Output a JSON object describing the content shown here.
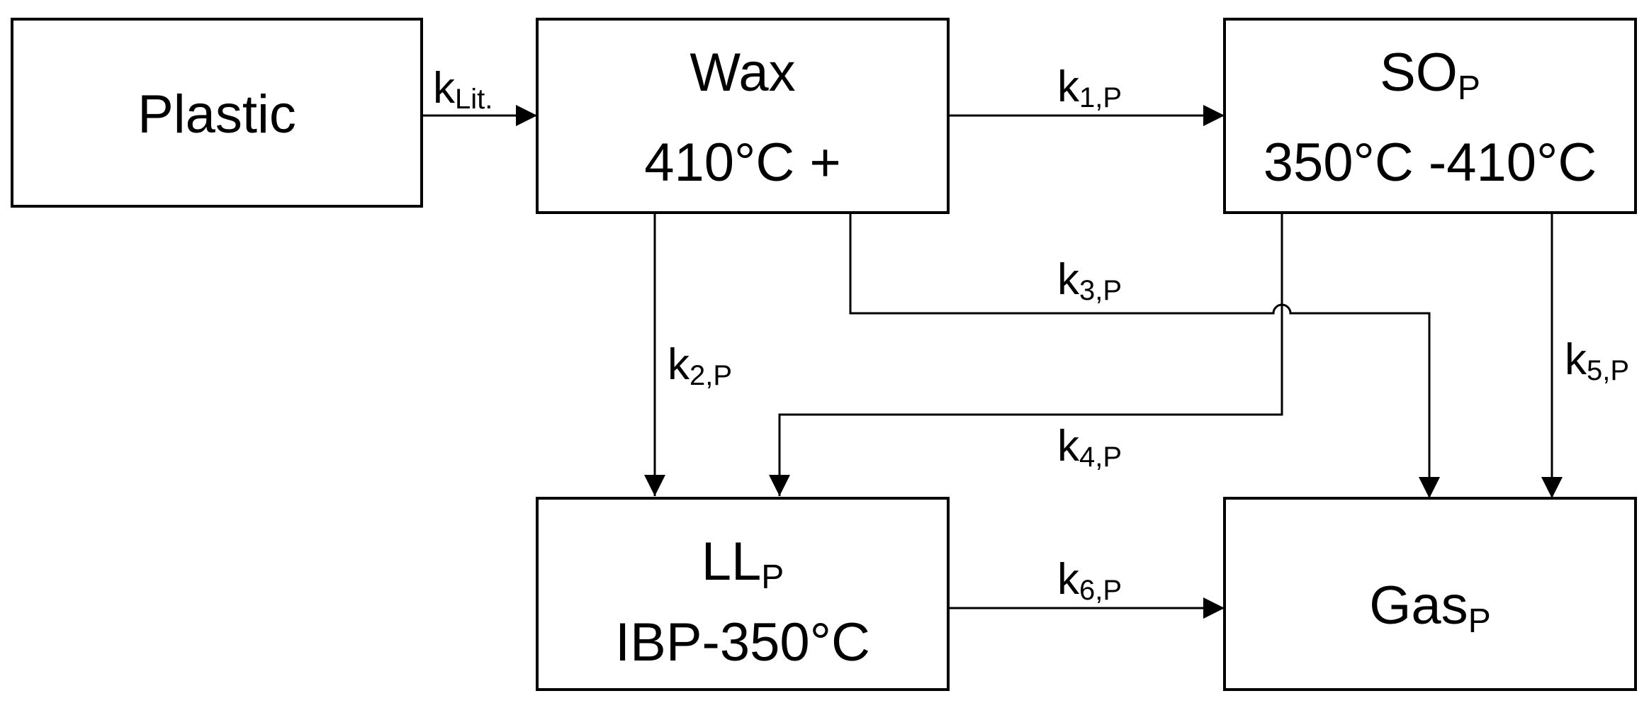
{
  "nodes": {
    "plastic": {
      "line1_main": "Plastic"
    },
    "wax": {
      "line1_main": "Wax",
      "line2": "410°C +"
    },
    "so": {
      "line1_main": "SO",
      "line1_sub": "P",
      "line2": "350°C -410°C"
    },
    "ll": {
      "line1_main": "LL",
      "line1_sub": "P",
      "line2": "IBP-350°C"
    },
    "gas": {
      "line1_main": "Gas",
      "line1_sub": "P"
    }
  },
  "rates": {
    "k_lit": {
      "main": "k",
      "sub": "Lit."
    },
    "k1": {
      "main": "k",
      "sub": "1,P"
    },
    "k2": {
      "main": "k",
      "sub": "2,P"
    },
    "k3": {
      "main": "k",
      "sub": "3,P"
    },
    "k4": {
      "main": "k",
      "sub": "4,P"
    },
    "k5": {
      "main": "k",
      "sub": "5,P"
    },
    "k6": {
      "main": "k",
      "sub": "6,P"
    }
  }
}
